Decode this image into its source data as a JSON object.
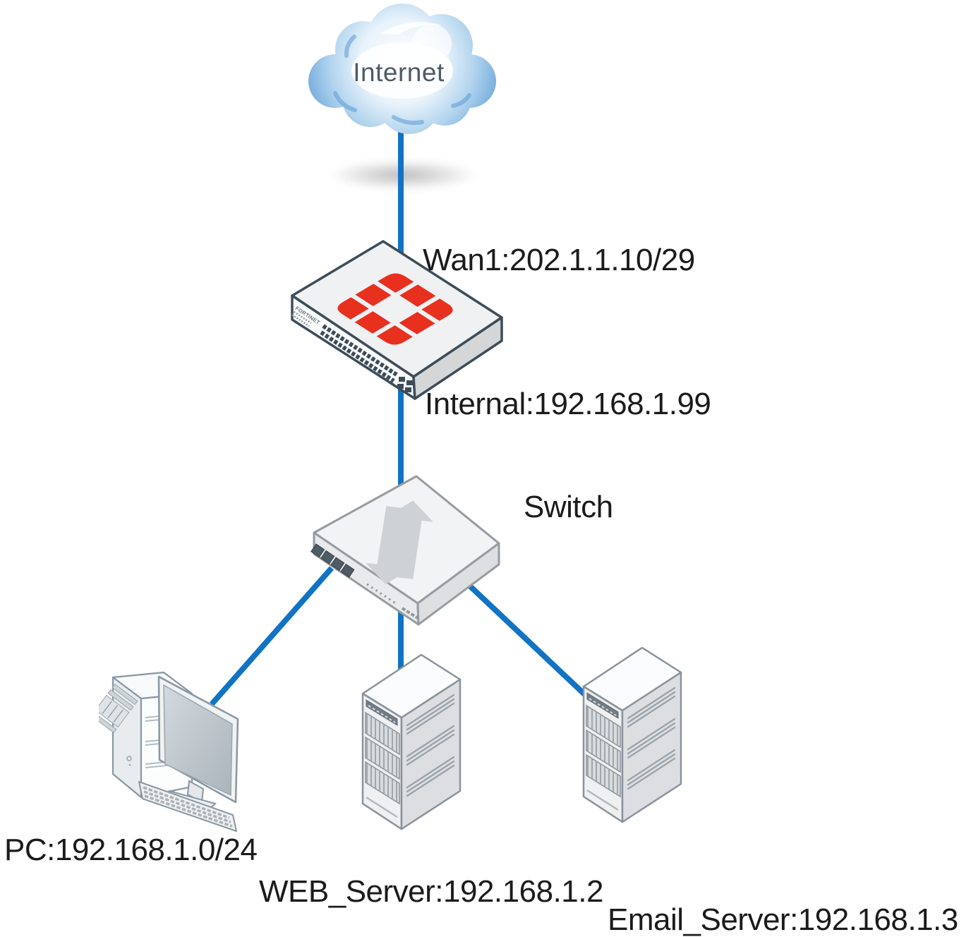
{
  "diagram": {
    "nodes": {
      "internet": {
        "label": "Internet"
      },
      "firewall": {
        "brand": "FORTINET",
        "wan_interface": "Wan1:202.1.1.10/29",
        "internal_interface": "Internal:192.168.1.99"
      },
      "switch": {
        "label": "Switch"
      },
      "pc": {
        "label": "PC:192.168.1.0/24"
      },
      "web_server": {
        "label": "WEB_Server:192.168.1.2"
      },
      "email_server": {
        "label": "Email_Server:192.168.1.3"
      }
    },
    "links": [
      {
        "from": "internet",
        "to": "firewall"
      },
      {
        "from": "firewall",
        "to": "switch"
      },
      {
        "from": "switch",
        "to": "pc"
      },
      {
        "from": "switch",
        "to": "web_server"
      },
      {
        "from": "switch",
        "to": "email_server"
      }
    ],
    "colors": {
      "link": "#1173c4",
      "label_text": "#1b1b1b",
      "cloud_text": "#4f5b66",
      "logo_red": "#e8301f"
    }
  }
}
